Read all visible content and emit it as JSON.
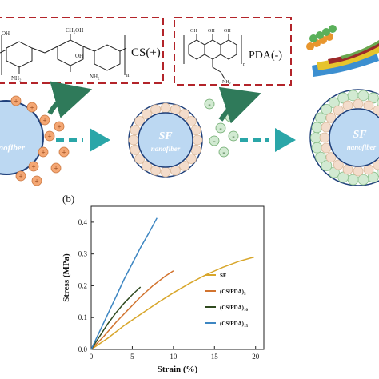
{
  "top": {
    "cs_label": "CS(+)",
    "pda_label": "PDA(-)",
    "cs_structure_text": {
      "oh_left": "OH",
      "ch2oh": "CH₂OH",
      "oh_mid": "OH",
      "nh2_left": "NH₂",
      "nh2_mid": "NH₂",
      "subscript_n": "n"
    },
    "pda_structure_text": {
      "oh_top1": "OH",
      "oh_top2": "OH",
      "oh_top3": "OH",
      "nh2": "NH₂",
      "subscript_n": "n"
    },
    "fiber_left_label": "nofiber",
    "fiber_mid_label_1": "SF",
    "fiber_mid_label_2": "nanofiber",
    "fiber_right_label_1": "SF",
    "fiber_right_label_2": "nanofiber",
    "plus_sign": "+",
    "minus_sign": "-",
    "colors": {
      "dashed_box": "#b3242a",
      "arrow_teal": "#2aa6a8",
      "curved_arrow": "#2f7a5a",
      "fiber_fill": "#bcd8f2",
      "fiber_border": "#1e3f7a",
      "cs_ball": "#f3dccb",
      "pda_ball": "#d2ead2",
      "plus_ball": "#f4a774"
    }
  },
  "panel_label": "(b)",
  "chart_data": {
    "type": "line",
    "xlabel": "Strain (%)",
    "ylabel": "Stress (MPa)",
    "xlim": [
      0,
      21
    ],
    "ylim": [
      0,
      0.45
    ],
    "xticks": [
      "0",
      "5",
      "10",
      "15",
      "20"
    ],
    "yticks": [
      "0.0",
      "0.1",
      "0.2",
      "0.3",
      "0.4"
    ],
    "legend_position": "bottom-right",
    "grid": false,
    "series": [
      {
        "name": "SF",
        "color": "#d8a62a",
        "x": [
          0,
          2,
          4,
          6,
          8,
          10,
          12,
          14,
          16,
          18,
          19.8
        ],
        "y": [
          0,
          0.035,
          0.075,
          0.11,
          0.145,
          0.178,
          0.208,
          0.235,
          0.258,
          0.277,
          0.29
        ]
      },
      {
        "name": "(CS/PDA)5",
        "color": "#d2742f",
        "x": [
          0,
          1.5,
          3,
          4.5,
          6,
          7.5,
          9,
          10
        ],
        "y": [
          0,
          0.04,
          0.085,
          0.125,
          0.165,
          0.2,
          0.23,
          0.247
        ]
      },
      {
        "name": "(CS/PDA)10",
        "color": "#2f4a1f",
        "x": [
          0,
          1,
          2,
          3,
          4,
          5,
          6
        ],
        "y": [
          0,
          0.04,
          0.08,
          0.115,
          0.145,
          0.172,
          0.196
        ]
      },
      {
        "name": "(CS/PDA)15",
        "color": "#3d86c2",
        "x": [
          0,
          1,
          2,
          3,
          4,
          5,
          6,
          7,
          8
        ],
        "y": [
          0,
          0.055,
          0.11,
          0.165,
          0.22,
          0.27,
          0.32,
          0.365,
          0.413
        ]
      }
    ]
  }
}
